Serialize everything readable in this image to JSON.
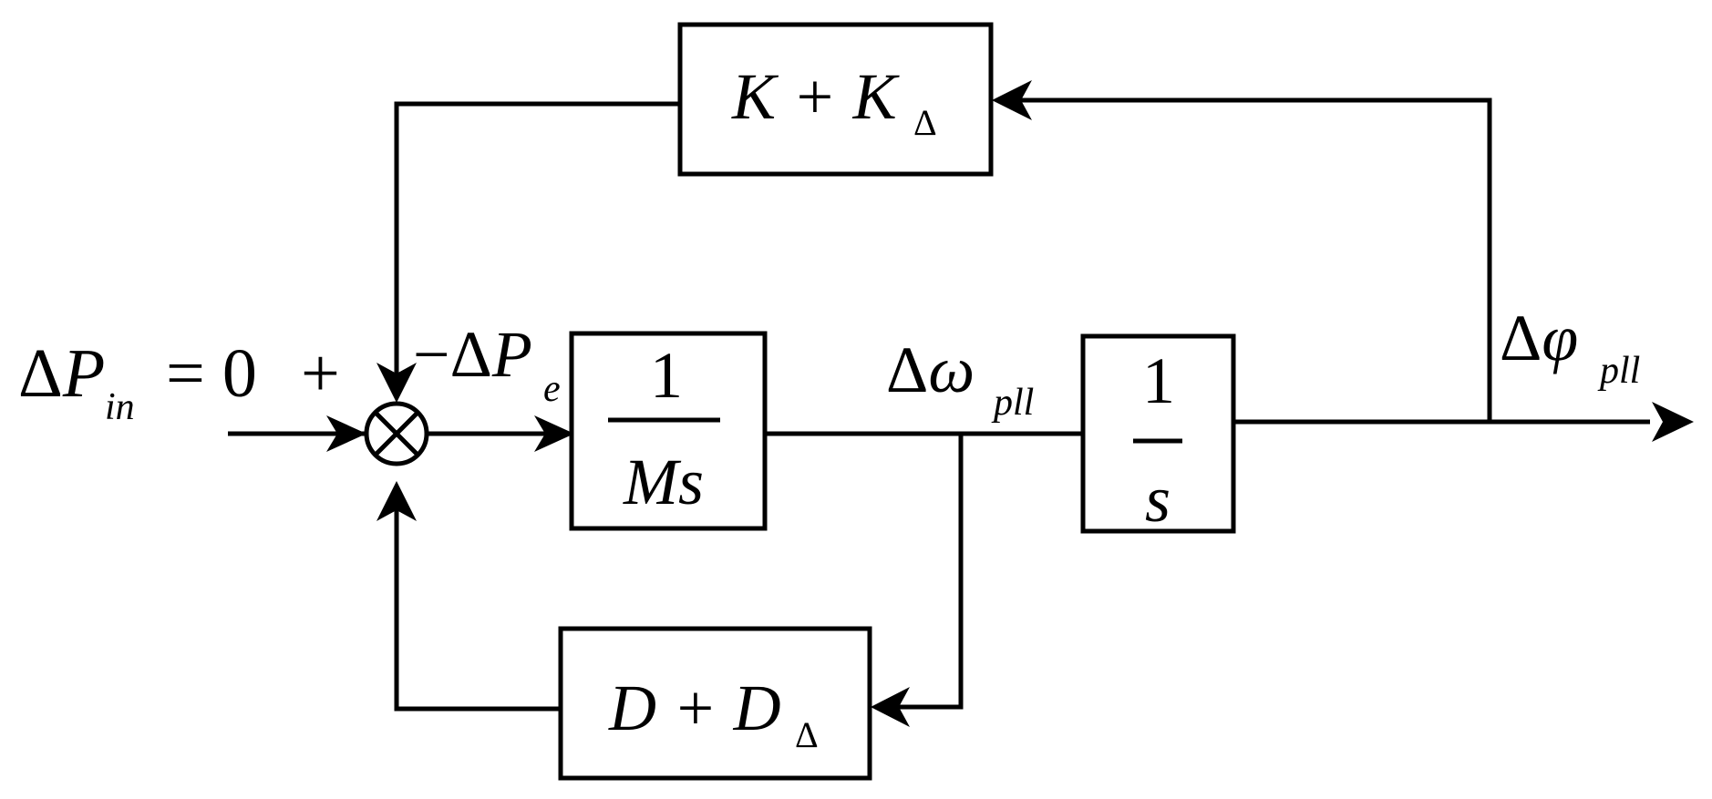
{
  "blocks": {
    "k_block": {
      "main": "K + K",
      "sub": "Δ"
    },
    "ms_block": {
      "numerator": "1",
      "denominator": "Ms"
    },
    "integrator_block": {
      "numerator": "1",
      "denominator": "s"
    },
    "d_block": {
      "main": "D + D",
      "sub": "Δ"
    }
  },
  "labels": {
    "input": {
      "delta": "Δ",
      "var": "P",
      "sub": "in",
      "rest": "= 0"
    },
    "plus_sign": "+",
    "minus_pe": {
      "prefix": "−Δ",
      "var": "P",
      "sub": "e"
    },
    "omega": {
      "prefix": "Δ",
      "var": "ω",
      "sub": "pll"
    },
    "phi": {
      "prefix": "Δ",
      "var": "φ",
      "sub": "pll"
    }
  },
  "colors": {
    "stroke": "#000000",
    "background": "#ffffff"
  }
}
